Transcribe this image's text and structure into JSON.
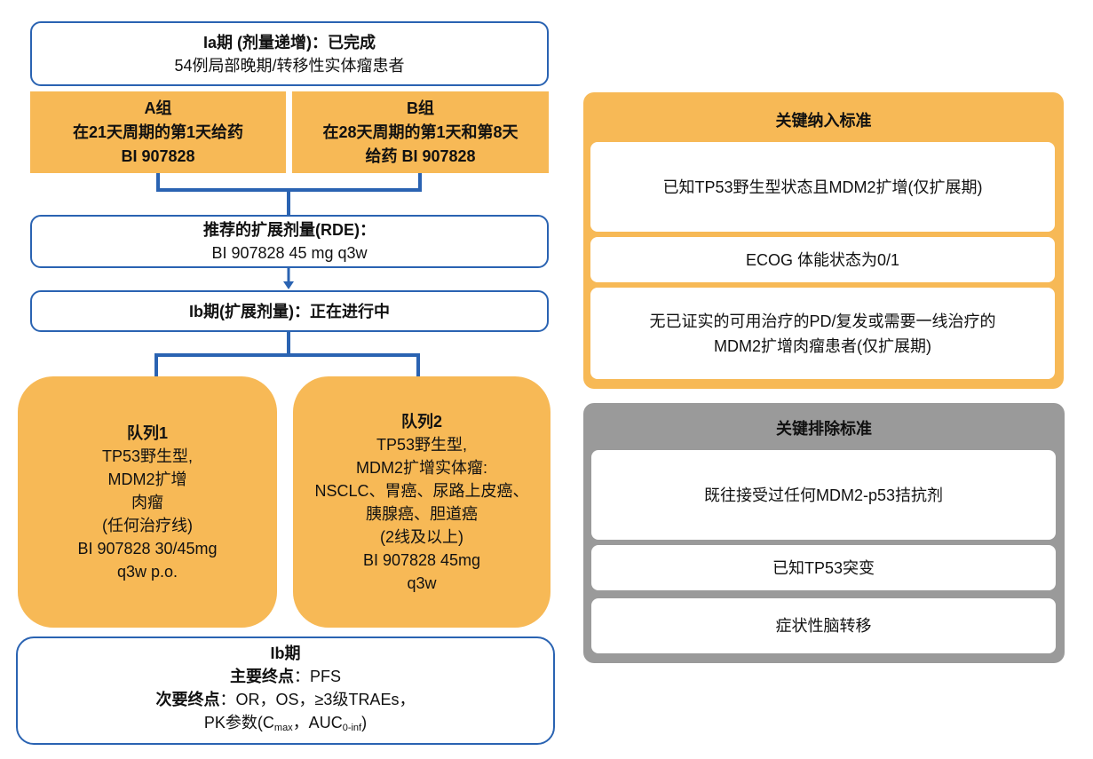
{
  "phase_ia": {
    "title": "Ia期 (剂量递增)：已完成",
    "subtitle": "54例局部晚期/转移性实体瘤患者"
  },
  "group_a": {
    "line1": "A组",
    "line2": "在21天周期的第1天给药",
    "line3": "BI 907828"
  },
  "group_b": {
    "line1": "B组",
    "line2": "在28天周期的第1天和第8天",
    "line3": "给药 BI 907828"
  },
  "rde": {
    "title": "推荐的扩展剂量(RDE)：",
    "value": "BI 907828 45 mg q3w"
  },
  "phase_ib": {
    "title": "Ib期(扩展剂量)：正在进行中"
  },
  "cohort1": {
    "title": "队列1",
    "lines": [
      "TP53野生型,",
      "MDM2扩增",
      "肉瘤",
      "(任何治疗线)",
      "BI 907828 30/45mg",
      "q3w p.o."
    ]
  },
  "cohort2": {
    "title": "队列2",
    "lines": [
      "TP53野生型,",
      "MDM2扩增实体瘤:",
      "NSCLC、胃癌、尿路上皮癌、",
      "胰腺癌、胆道癌",
      "(2线及以上)",
      "BI 907828 45mg",
      "q3w"
    ]
  },
  "endpoints": {
    "title": "Ib期",
    "primary_label": "主要终点",
    "primary_value": "：PFS",
    "secondary_label": "次要终点",
    "secondary_value": "：OR，OS，≥3级TRAEs，",
    "pk_prefix": "PK参数(C",
    "pk_sub1": "max",
    "pk_mid": "，AUC",
    "pk_sub2": "0-inf",
    "pk_suffix": ")"
  },
  "inclusion": {
    "title": "关键纳入标准",
    "items": [
      "已知TP53野生型状态且MDM2扩增(仅扩展期)",
      "ECOG 体能状态为0/1",
      "无已证实的可用治疗的PD/复发或需要一线治疗的MDM2扩增肉瘤患者(仅扩展期)"
    ]
  },
  "exclusion": {
    "title": "关键排除标准",
    "items": [
      "既往接受过任何MDM2-p53拮抗剂",
      "已知TP53突变",
      "症状性脑转移"
    ]
  },
  "colors": {
    "orange": "#f7b956",
    "gray": "#9a9a9a",
    "blue": "#2a63b2"
  }
}
